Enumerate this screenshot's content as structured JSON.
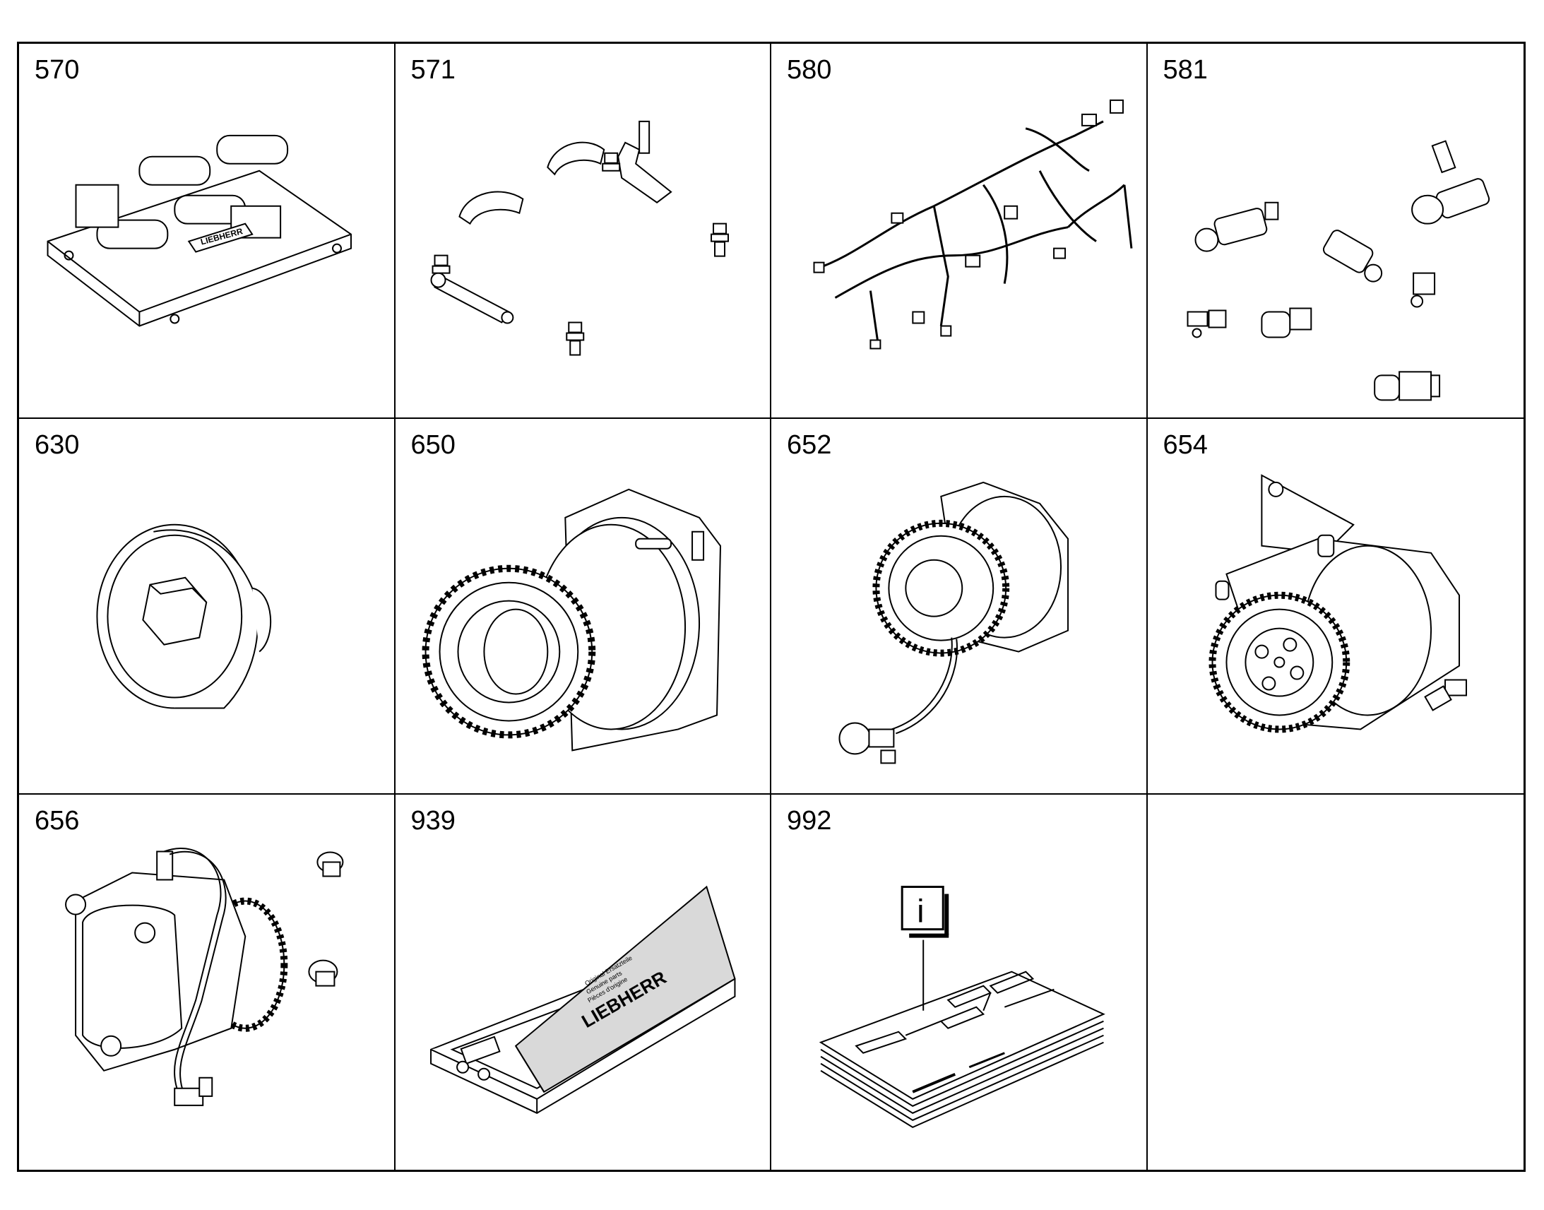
{
  "cells": [
    {
      "number": "570",
      "icon": "valve-block-icon"
    },
    {
      "number": "571",
      "icon": "brackets-clamps-icon"
    },
    {
      "number": "580",
      "icon": "wiring-harness-icon"
    },
    {
      "number": "581",
      "icon": "sensors-icon"
    },
    {
      "number": "630",
      "icon": "hex-plug-icon"
    },
    {
      "number": "650",
      "icon": "gear-drive-icon"
    },
    {
      "number": "652",
      "icon": "gear-pump-sensor-icon"
    },
    {
      "number": "654",
      "icon": "gear-pump-bracket-icon"
    },
    {
      "number": "656",
      "icon": "pump-with-line-icon"
    },
    {
      "number": "939",
      "icon": "spare-parts-box-icon"
    },
    {
      "number": "992",
      "icon": "documentation-icon"
    },
    {
      "number": "",
      "icon": ""
    }
  ],
  "box_label": "LIEBHERR",
  "box_text": [
    "Original Ersatzteile",
    "Genuine parts",
    "Pièces d'origine"
  ],
  "info_symbol": "i"
}
